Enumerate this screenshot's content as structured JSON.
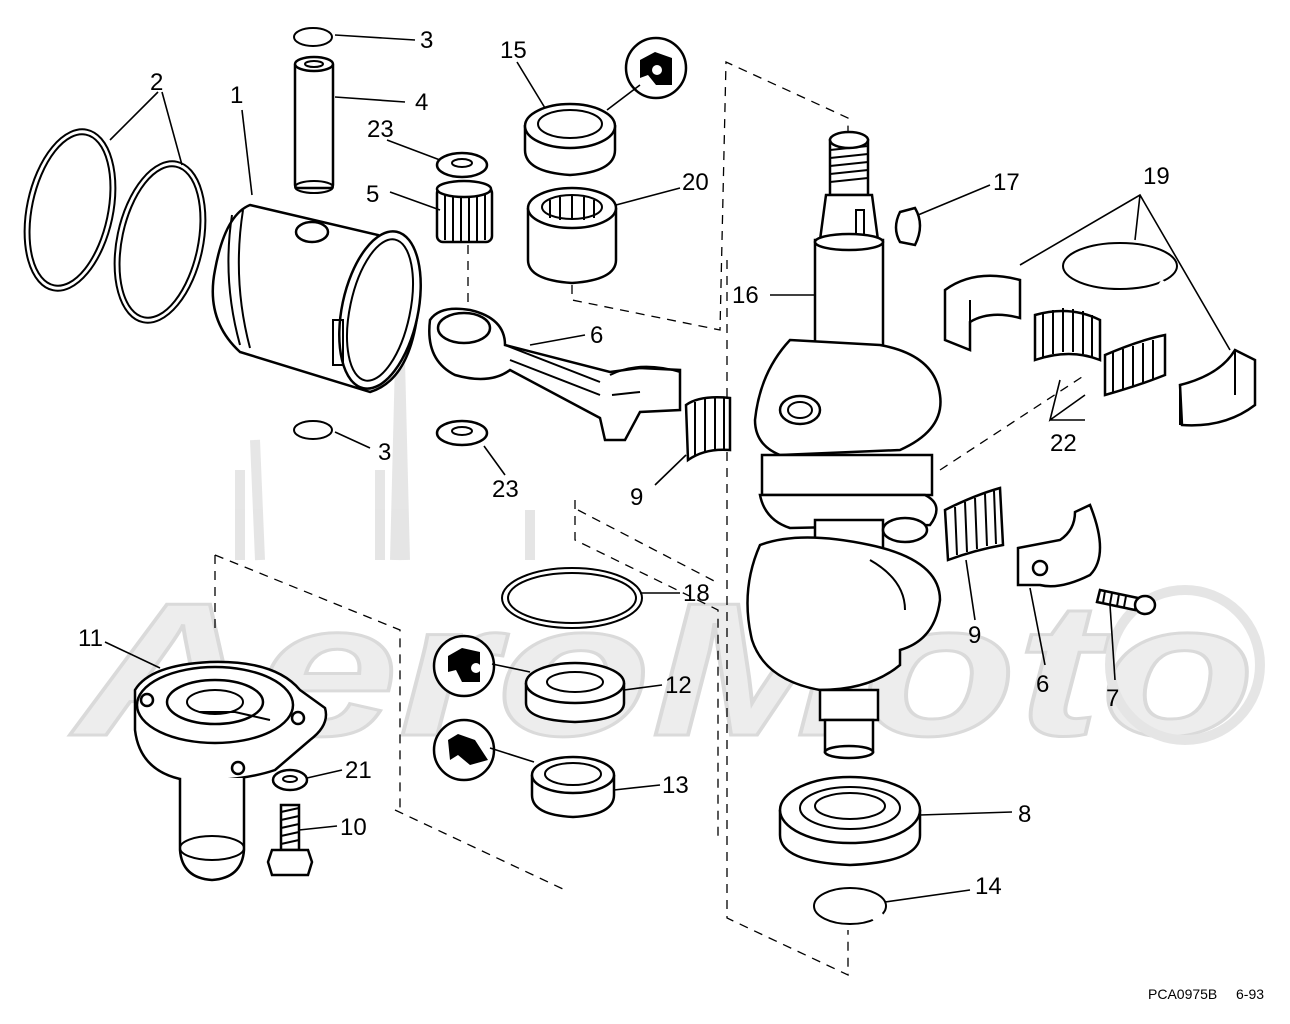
{
  "callouts": {
    "c1": "1",
    "c2": "2",
    "c3a": "3",
    "c3b": "3",
    "c4": "4",
    "c5": "5",
    "c6a": "6",
    "c6b": "6",
    "c7": "7",
    "c8": "8",
    "c9a": "9",
    "c9b": "9",
    "c10": "10",
    "c11": "11",
    "c12": "12",
    "c13": "13",
    "c14": "14",
    "c15": "15",
    "c16": "16",
    "c17": "17",
    "c18": "18",
    "c19": "19",
    "c20": "20",
    "c21": "21",
    "c22": "22",
    "c23a": "23",
    "c23b": "23"
  },
  "footer": {
    "code": "PCA0975B",
    "date": "6-93"
  },
  "watermark": {
    "text": "AeroMoto"
  },
  "icons": {
    "grease_a": "grease-symbol-icon",
    "grease_b": "grease-symbol-icon",
    "sealant": "sealant-symbol-icon"
  }
}
